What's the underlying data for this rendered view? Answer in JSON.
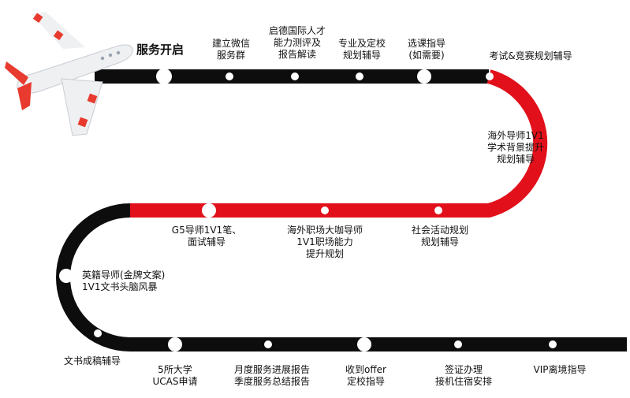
{
  "start_label": "服务开启",
  "colors": {
    "track_black": "#0d0d0d",
    "track_red": "#e1101a",
    "node_fill": "#ffffff",
    "plane_red": "#e83a2e",
    "plane_body": "#eef0f2"
  },
  "steps": [
    {
      "id": "wechat",
      "label": "建立微信\n服务群"
    },
    {
      "id": "ability",
      "label": "启德国际人才\n能力测评及\n报告解读"
    },
    {
      "id": "major",
      "label": "专业及定校\n规划辅导"
    },
    {
      "id": "course",
      "label": "选课指导\n(如需要)"
    },
    {
      "id": "exam",
      "label": "考试&竞赛规划辅导"
    },
    {
      "id": "overseas",
      "label": "海外导师1V1\n学术背景提升\n规划辅导"
    },
    {
      "id": "social",
      "label": "社会活动规划\n规划辅导"
    },
    {
      "id": "career",
      "label": "海外职场大咖导师\n1V1职场能力\n提升规划"
    },
    {
      "id": "g5",
      "label": "G5导师1V1笔、\n面试辅导"
    },
    {
      "id": "uk_mentor",
      "label": "英籍导师(金牌文案)\n1V1文书头脑风暴"
    },
    {
      "id": "essay",
      "label": "文书成稿辅导"
    },
    {
      "id": "ucas",
      "label": "5所大学\nUCAS申请"
    },
    {
      "id": "report",
      "label": "月度服务进展报告\n季度服务总结报告"
    },
    {
      "id": "offer",
      "label": "收到offer\n定校指导"
    },
    {
      "id": "visa",
      "label": "签证办理\n接机住宿安排"
    },
    {
      "id": "vip",
      "label": "VIP离境指导"
    }
  ]
}
